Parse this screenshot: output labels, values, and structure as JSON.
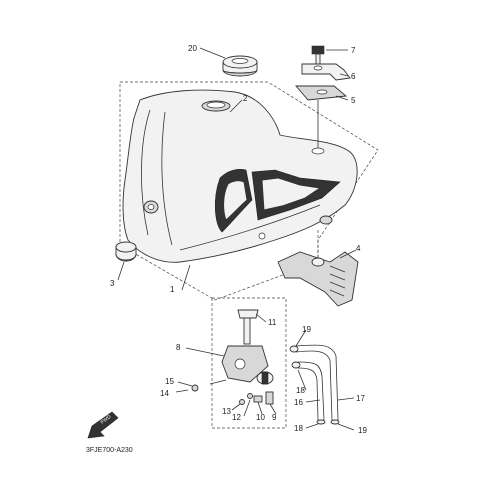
{
  "diagram": {
    "code": "3FJE700-A230",
    "front_marker": "FWD",
    "callouts": {
      "p1": "1",
      "p2": "2",
      "p3": "3",
      "p4": "4",
      "p5": "5",
      "p6": "6",
      "p7": "7",
      "p8": "8",
      "p9": "9",
      "p10": "10",
      "p11": "11",
      "p12": "12",
      "p13": "13",
      "p14": "14",
      "p15": "15",
      "p16": "16",
      "p17": "17",
      "p18a": "18",
      "p18b": "18",
      "p19a": "19",
      "p19b": "19",
      "p20": "20"
    }
  }
}
